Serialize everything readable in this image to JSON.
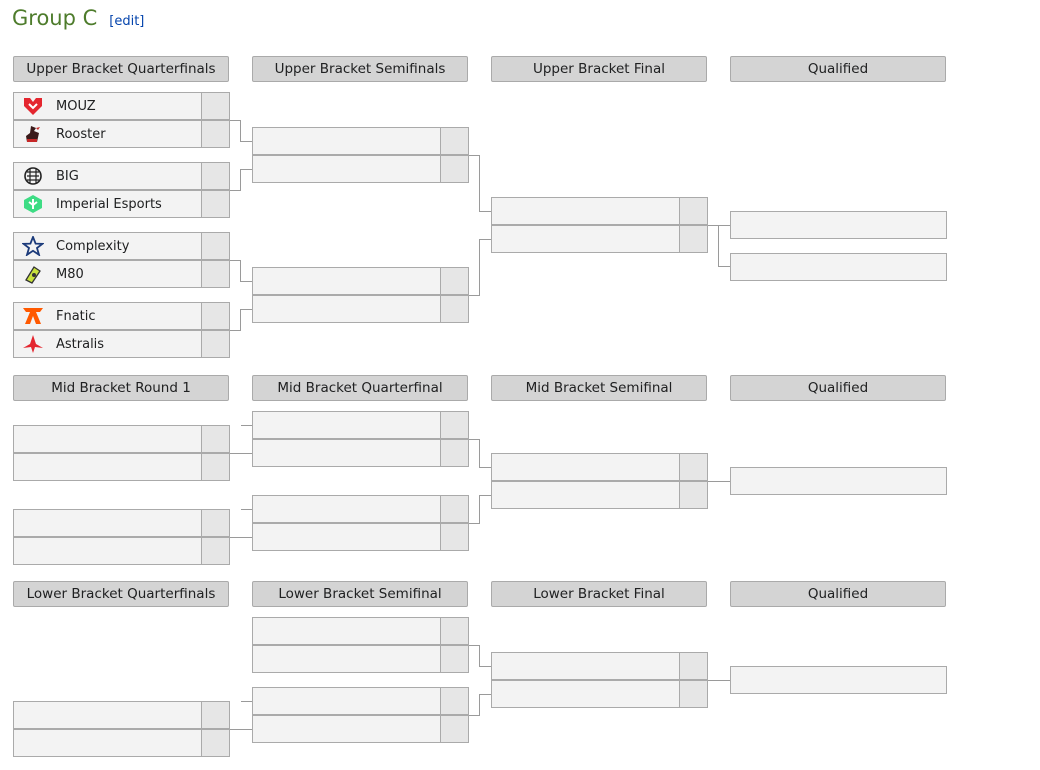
{
  "title": "Group C",
  "edit": "[edit]",
  "headers": {
    "ubqf": "Upper Bracket Quarterfinals",
    "ubsf": "Upper Bracket Semifinals",
    "ubf": "Upper Bracket Final",
    "q1": "Qualified",
    "mbr1": "Mid Bracket Round 1",
    "mbqf": "Mid Bracket Quarterfinal",
    "mbsf": "Mid Bracket Semifinal",
    "q2": "Qualified",
    "lbqf": "Lower Bracket Quarterfinals",
    "lbsf": "Lower Bracket Semifinal",
    "lbf": "Lower Bracket Final",
    "q3": "Qualified"
  },
  "teams": {
    "t1": {
      "name": "MOUZ",
      "icon": "mouz-logo-icon",
      "color": "#e4262f"
    },
    "t2": {
      "name": "Rooster",
      "icon": "rooster-logo-icon",
      "color": "#c62828"
    },
    "t3": {
      "name": "BIG",
      "icon": "big-logo-icon",
      "color": "#222222"
    },
    "t4": {
      "name": "Imperial Esports",
      "icon": "imperial-logo-icon",
      "color": "#3ddc84"
    },
    "t5": {
      "name": "Complexity",
      "icon": "complexity-logo-icon",
      "color": "#1b3a7a"
    },
    "t6": {
      "name": "M80",
      "icon": "m80-logo-icon",
      "color": "#c8e23c"
    },
    "t7": {
      "name": "Fnatic",
      "icon": "fnatic-logo-icon",
      "color": "#ff5900"
    },
    "t8": {
      "name": "Astralis",
      "icon": "astralis-logo-icon",
      "color": "#e4262f"
    }
  }
}
